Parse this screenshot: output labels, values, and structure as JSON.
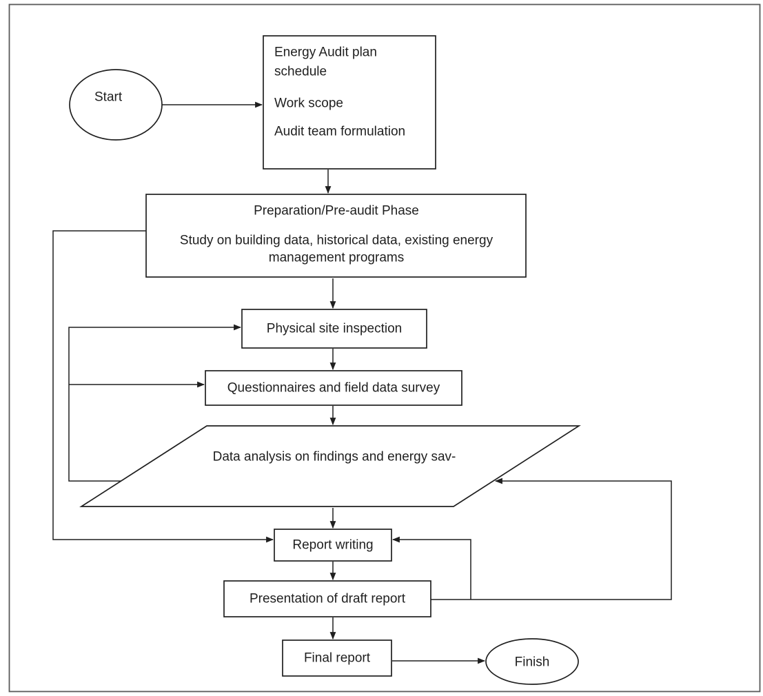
{
  "colors": {
    "line": "#1f1f1f",
    "text": "#1f1f1f",
    "frame": "#595959",
    "background": "#ffffff",
    "node_fill": "#ffffff"
  },
  "nodes": {
    "start": {
      "label": "Start"
    },
    "plan": {
      "lines": [
        "Energy Audit plan",
        "schedule",
        "Work scope",
        "Audit team formulation"
      ]
    },
    "preparation": {
      "lines": [
        "Preparation/Pre-audit Phase",
        "Study on building data, historical data, existing energy",
        "management programs"
      ]
    },
    "site_inspection": {
      "label": "Physical site inspection"
    },
    "questionnaires": {
      "label": "Questionnaires and field data survey"
    },
    "data_analysis": {
      "label": "Data analysis on findings and energy sav-"
    },
    "report_writing": {
      "label": "Report writing"
    },
    "draft_report": {
      "label": "Presentation of draft report"
    },
    "final_report": {
      "label": "Final report"
    },
    "finish": {
      "label": "Finish"
    }
  }
}
